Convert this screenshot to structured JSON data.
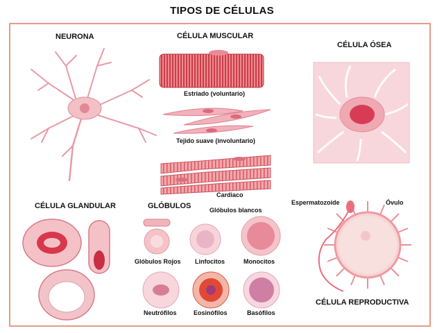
{
  "title": "TIPOS DE CÉLULAS",
  "sections": {
    "neurona": "NEURONA",
    "muscular": "CÉLULA MUSCULAR",
    "osea": "CÉLULA ÓSEA",
    "glandular": "CÉLULA GLANDULAR",
    "globulos": "GLÓBULOS",
    "reproductiva": "CÉLULA REPRODUCTIVA"
  },
  "labels": {
    "estriado": "Estriado (voluntario)",
    "suave": "Tejido suave (involuntario)",
    "cardiaco": "Cardiaco",
    "blancos": "Glóbulos blancos",
    "rojos": "Glóbulos Rojos",
    "linfocitos": "Linfocitos",
    "monocitos": "Monocitos",
    "neutrofilos": "Neutrófilos",
    "eosinofilos": "Eosinófilos",
    "basofilos": "Basófilos",
    "espermatozoide": "Espermatozoide",
    "ovulo": "Óvulo"
  },
  "colors": {
    "frame": "#e69b86",
    "cell_light": "#f6d3d6",
    "cell_mid": "#ec9aa4",
    "cell_dark": "#d8485a",
    "muscle_stripe": "#c93d4a"
  }
}
